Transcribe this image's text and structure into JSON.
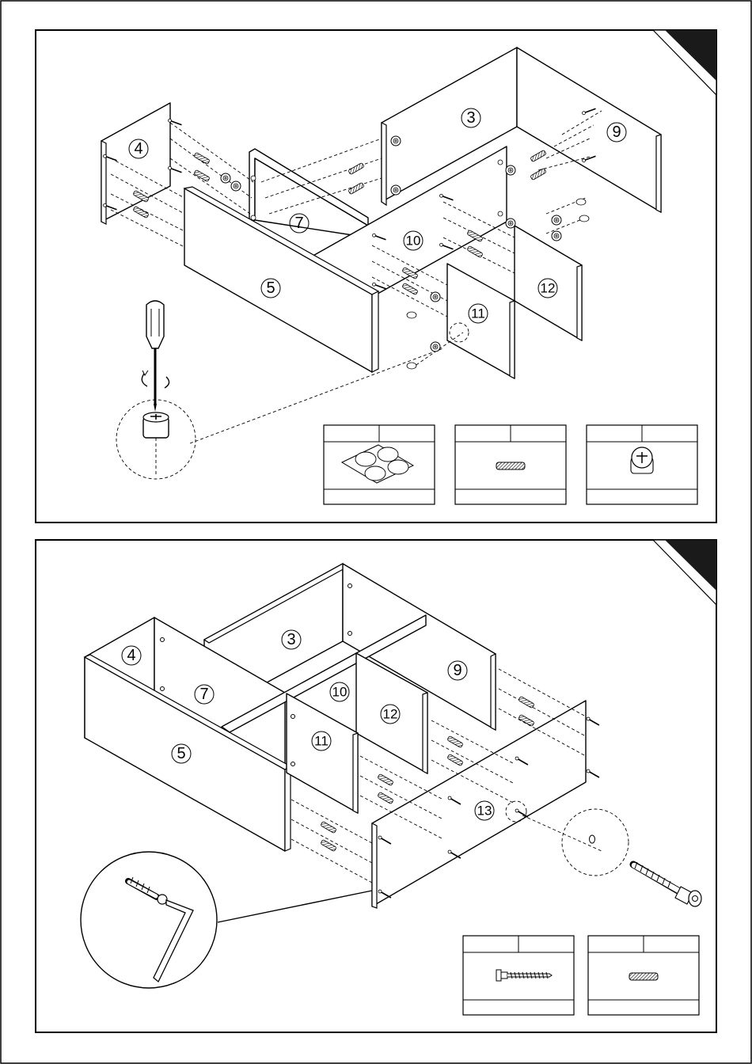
{
  "steps": [
    {
      "parts": [
        {
          "id": "part-3",
          "label": "3"
        },
        {
          "id": "part-4",
          "label": "4"
        },
        {
          "id": "part-5",
          "label": "5"
        },
        {
          "id": "part-7",
          "label": "7"
        },
        {
          "id": "part-9",
          "label": "9"
        },
        {
          "id": "part-10",
          "label": "10"
        },
        {
          "id": "part-11",
          "label": "11"
        },
        {
          "id": "part-12",
          "label": "12"
        }
      ],
      "hardware_icons": [
        "felt-pads-icon",
        "wooden-dowel-icon",
        "cam-lock-icon"
      ]
    },
    {
      "parts": [
        {
          "id": "part-3",
          "label": "3"
        },
        {
          "id": "part-4",
          "label": "4"
        },
        {
          "id": "part-5",
          "label": "5"
        },
        {
          "id": "part-7",
          "label": "7"
        },
        {
          "id": "part-9",
          "label": "9"
        },
        {
          "id": "part-10",
          "label": "10"
        },
        {
          "id": "part-11",
          "label": "11"
        },
        {
          "id": "part-12",
          "label": "12"
        },
        {
          "id": "part-13",
          "label": "13"
        }
      ],
      "hardware_icons": [
        "screw-icon",
        "wooden-dowel-icon"
      ]
    }
  ],
  "colors": {
    "line": "#000000",
    "background": "#ffffff",
    "corner_tab": "#1a1a1a"
  }
}
